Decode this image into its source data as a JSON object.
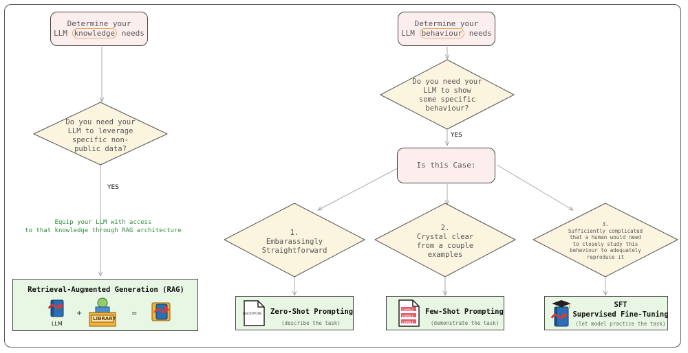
{
  "left": {
    "start_prefix": "Determine your",
    "start_line2_a": "LLM",
    "start_highlight": "knowledge",
    "start_line2_b": "needs",
    "question_lines": [
      "Do you need your",
      "LLM to leverage",
      "specific non-",
      "public data?"
    ],
    "yes_label": "YES",
    "note_lines": [
      "Equip your LLM with access",
      "to that knowledge through RAG architecture"
    ],
    "rag_title": "Retrieval-Augmented Generation (RAG)",
    "llm_caption": "LLM",
    "plus": "+",
    "equals": "=",
    "library_caption": "LIBRARY"
  },
  "right": {
    "start_prefix": "Determine your",
    "start_line2_a": "LLM",
    "start_highlight": "behaviour",
    "start_line2_b": "needs",
    "question_lines": [
      "Do you need your",
      "LLM to show",
      "some specific",
      "behaviour?"
    ],
    "yes_label": "YES",
    "case_label": "Is this Case:",
    "options": [
      {
        "lines": [
          "1.",
          "Embarassingly",
          "Straightforward"
        ]
      },
      {
        "lines": [
          "2.",
          "Crystal clear",
          "from a couple",
          "examples"
        ]
      },
      {
        "lines": [
          "3.",
          "Sufficiently complicated",
          "that a human would need",
          "to closely study this",
          "behaviour to adequately",
          "reproduce it"
        ]
      }
    ],
    "outcomes": [
      {
        "title": "Zero-Shot Prompting",
        "subtitle": "(describe the task)",
        "icon_label": "DESCRIPTION"
      },
      {
        "title": "Few-Shot Prompting",
        "subtitle": "(demonstrate the task)",
        "icon_label": "EXAMPLE"
      },
      {
        "title_line1": "SFT",
        "title_line2": "Supervised Fine-Tuning",
        "subtitle": "(let model practice the task)"
      }
    ]
  },
  "colors": {
    "pink_fill": "#fdeeee",
    "diamond_fill": "#fbf4df",
    "green_fill": "#e8f6e4",
    "note_green": "#2e8b3e",
    "highlight_orange": "#e9a866"
  }
}
